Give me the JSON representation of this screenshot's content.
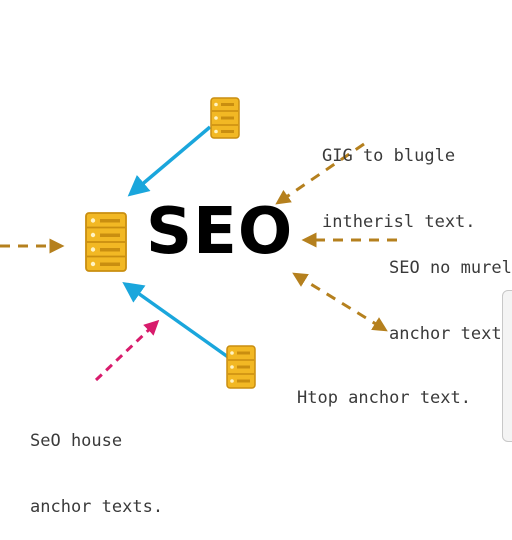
{
  "diagram": {
    "title": "SEO",
    "notes": {
      "top_right": [
        "GIG to blugle",
        "intherisl text."
      ],
      "mid_right": [
        "SEO no murel",
        "anchor text"
      ],
      "lower_right": [
        "Htop anchor text."
      ],
      "bottom_left": [
        "SeO house",
        "anchor texts."
      ]
    },
    "colors": {
      "server": "#f2b824",
      "server_dark": "#c98e10",
      "arrow_blue": "#1aa6dc",
      "arrow_brown": "#b5801e",
      "arrow_pink": "#d81b6c",
      "text": "#3a3a3a"
    },
    "icons": [
      "server-icon"
    ]
  }
}
